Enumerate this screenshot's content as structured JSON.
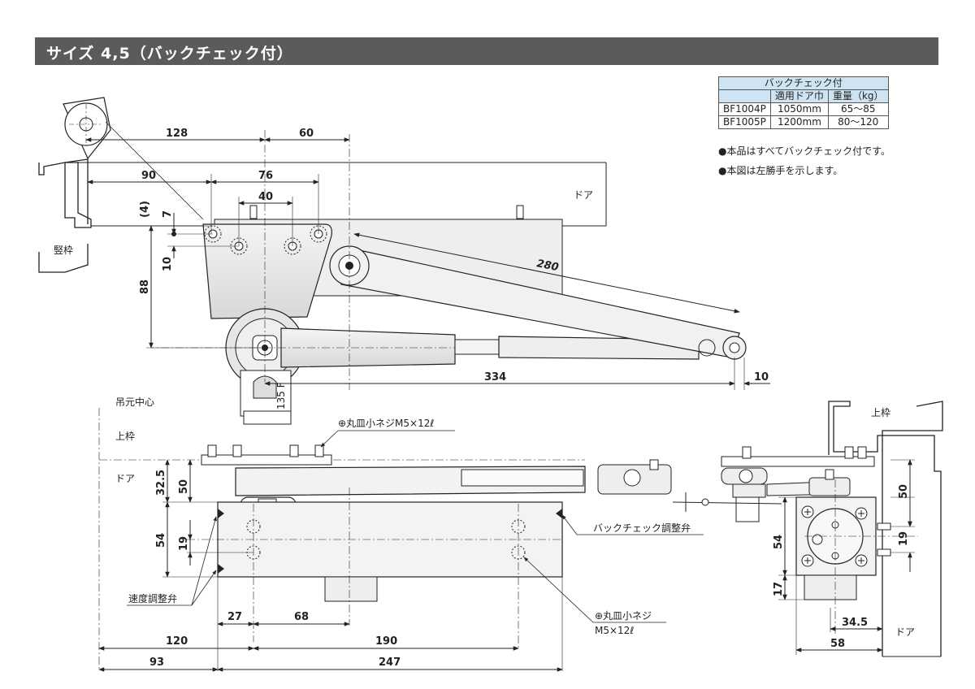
{
  "header": {
    "title": "サイズ 4,5（バックチェック付）"
  },
  "spec_table": {
    "title": "バックチェック付",
    "col_headers": [
      "適用ドア巾",
      "重量（kg）"
    ],
    "rows": [
      {
        "model": "BF1004P",
        "width": "1050mm",
        "weight": "65〜85"
      },
      {
        "model": "BF1005P",
        "width": "1200mm",
        "weight": "80〜120"
      }
    ]
  },
  "notes": [
    "本品はすべてバックチェック付です。",
    "本図は左勝手を示します。"
  ],
  "top_view": {
    "dims": {
      "d128": "128",
      "d60": "60",
      "d90": "90",
      "d76": "76",
      "d40": "40",
      "d4": "(4)",
      "d7": "7",
      "d10": "10",
      "d88": "88",
      "d280": "280",
      "d334": "334",
      "d10b": "10"
    },
    "labels": {
      "frame": "竪枠",
      "door": "ドア",
      "stamp": "135 F"
    }
  },
  "front_view": {
    "dims": {
      "d32_5": "32.5",
      "d50": "50",
      "d54": "54",
      "d19": "19",
      "d27": "27",
      "d68": "68",
      "d120": "120",
      "d190": "190",
      "d93": "93",
      "d247": "247"
    },
    "labels": {
      "hinge_center": "吊元中心",
      "upper_frame": "上枠",
      "door": "ドア",
      "screw_top": "⊕丸皿小ネジM5×12ℓ",
      "backcheck_valve": "バックチェック調整弁",
      "speed_valve": "速度調整弁",
      "screw_bottom_1": "⊕丸皿小ネジ",
      "screw_bottom_2": "M5×12ℓ"
    }
  },
  "side_view": {
    "dims": {
      "d50": "50",
      "d19": "19",
      "d54": "54",
      "d17": "17",
      "d34_5": "34.5",
      "d58": "58"
    },
    "labels": {
      "upper_frame": "上枠",
      "door": "ドア"
    }
  }
}
